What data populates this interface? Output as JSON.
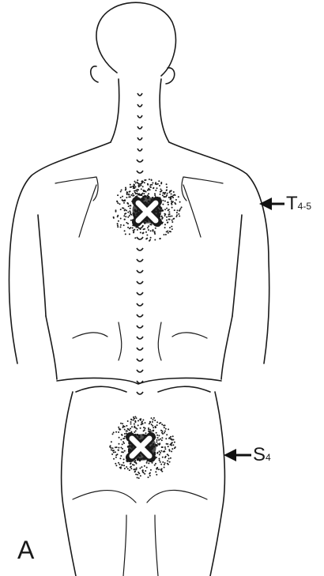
{
  "panel_letter": "A",
  "trigger_points": [
    {
      "label_main": "T",
      "label_sub": "4-5",
      "marker": "x-cross-icon"
    },
    {
      "label_main": "S",
      "label_sub": "4",
      "marker": "x-cross-icon"
    }
  ],
  "colors": {
    "ink": "#1a1a1a",
    "marker_fill": "#ffffff",
    "background": "#ffffff"
  }
}
